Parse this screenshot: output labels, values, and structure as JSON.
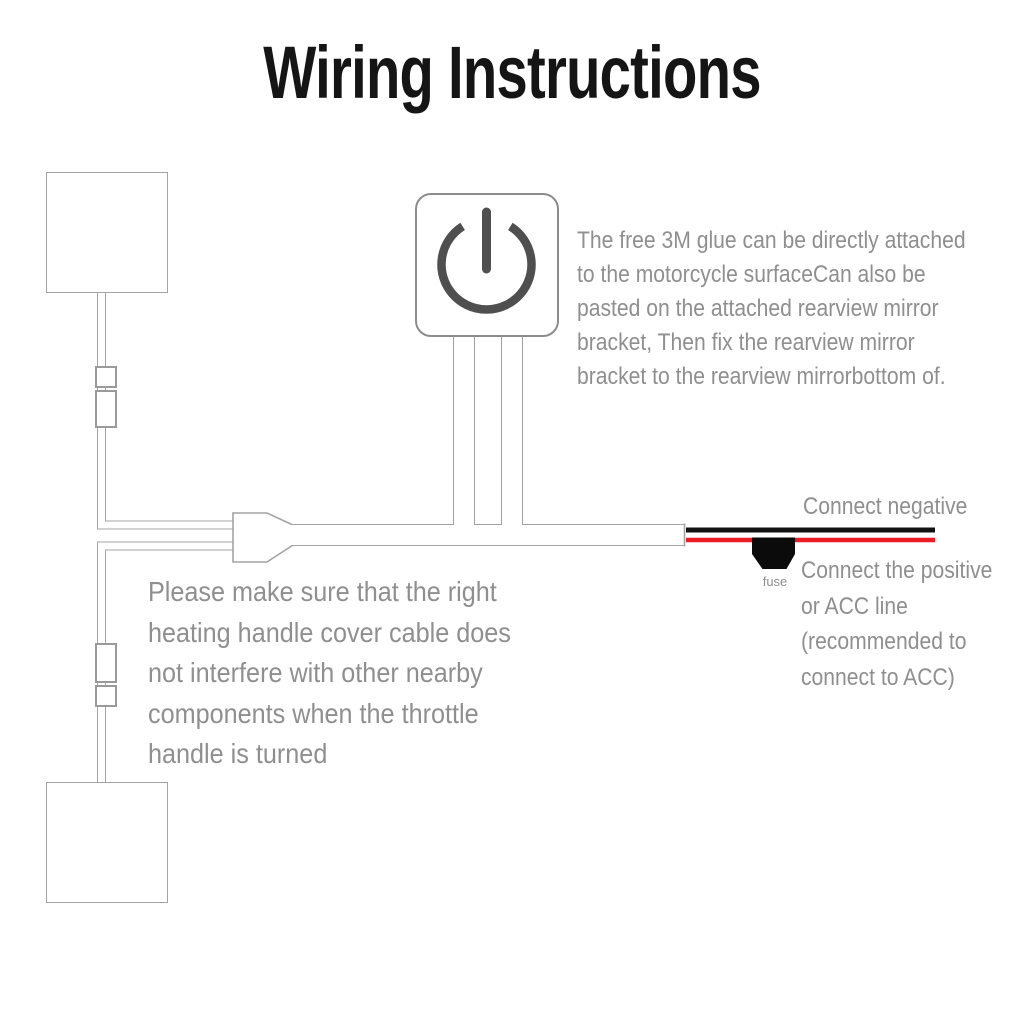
{
  "title": "Wiring Instructions",
  "colors": {
    "title_text": "#151515",
    "note_text": "#8f8f8f",
    "outline": "#a3a3a3",
    "connector_outline": "#9a9a9a",
    "switch_outline": "#8c8c8c",
    "power_icon": "#4f4f4f",
    "negative_wire": "#111111",
    "positive_wire": "#ec1c24",
    "fuse_body": "#0b0b0b"
  },
  "icons": {
    "power": "power-icon"
  },
  "notes": {
    "glue": {
      "lines": [
        "The free 3M glue can be directly attached",
        "to the motorcycle surfaceCan also be",
        "pasted on the attached rearview mirror",
        "bracket, Then fix the rearview mirror",
        "bracket to the rearview mirrorbottom of."
      ]
    },
    "interference": {
      "lines": [
        "Please make sure that the right",
        "heating handle cover cable does",
        "not interfere with other nearby",
        "components when the throttle",
        "handle is turned"
      ]
    },
    "negative": "Connect negative",
    "positive": {
      "lines": [
        "Connect the positive",
        "or ACC line",
        "(recommended to",
        "connect to ACC)"
      ]
    },
    "fuse": "fuse"
  }
}
